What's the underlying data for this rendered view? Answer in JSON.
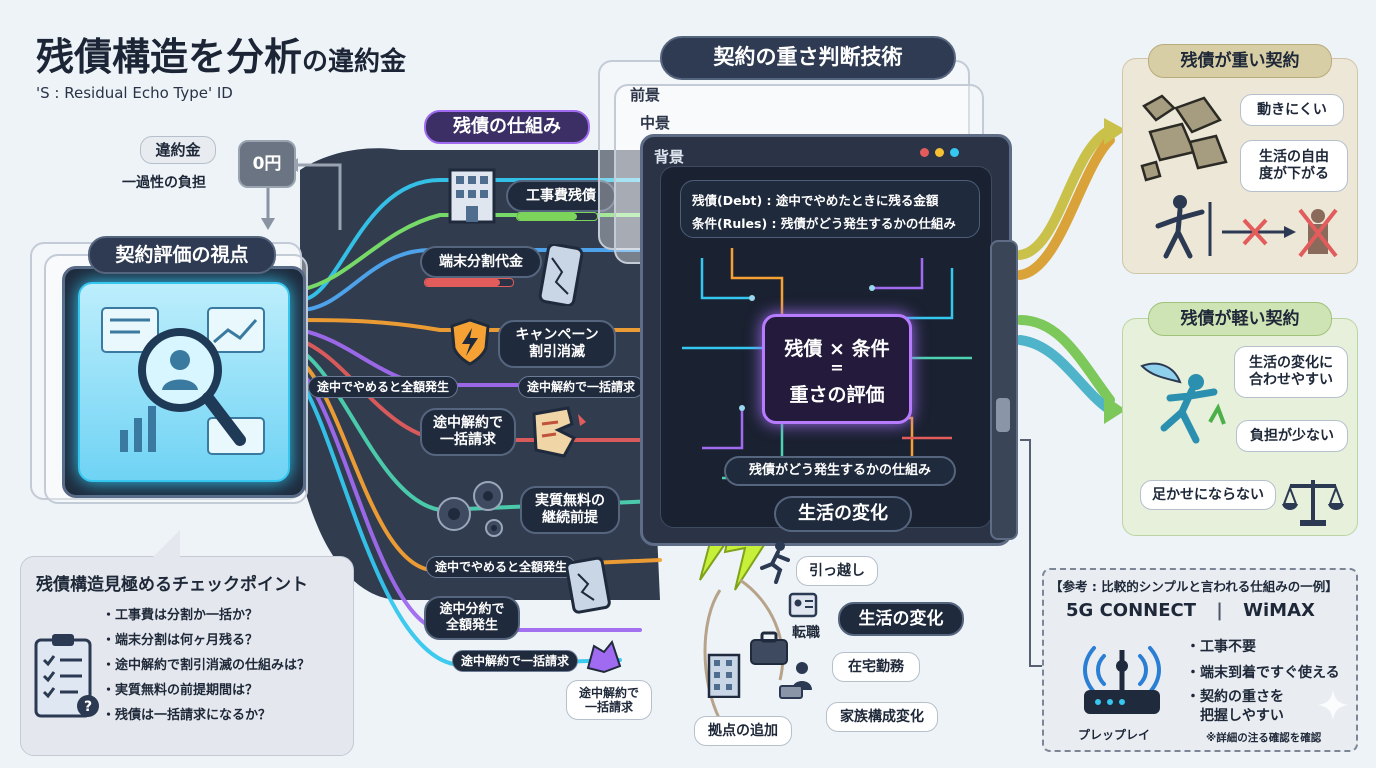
{
  "header": {
    "title_main": "残債構造を分析",
    "title_suffix": "の違約金",
    "subtitle": "'S : Residual Echo Type' ID"
  },
  "penalty": {
    "title": "違約金",
    "desc": "一過性の負担",
    "value": "0円"
  },
  "viewpoint": {
    "title": "契約評価の視点"
  },
  "mechanism": {
    "title": "残債の仕組み",
    "items": {
      "construction": "工事費残債",
      "device": "端末分割代金",
      "campaign": "キャンペーン\n割引消滅",
      "midway_bulk": "途中解約で\n一括請求",
      "free": "実質無料の\n継続前提",
      "midway_total": "途中分約で\n全額発生",
      "midway_bulk2": "途中解約で\n一括請求"
    },
    "flow_labels": {
      "quit_total": "途中でやめると全額発生",
      "cancel_bulk": "途中解約で一括請求",
      "quit_total2": "途中でやめると全額発生",
      "cancel_bulk2": "途中解約で一括請求"
    }
  },
  "judgment": {
    "title": "契約の重さ判断技術",
    "layers": [
      "前景",
      "中景",
      "背景"
    ],
    "def_debt": "残債(Debt) : 途中でやめたときに残る金額",
    "def_rules": "条件(Rules) : 残債がどう発生するかの仕組み",
    "formula_top": "残債 × 条件",
    "formula_eq": "=",
    "formula_bottom": "重さの評価",
    "bottom_label": "残債がどう発生するかの仕組み"
  },
  "life_change": {
    "title": "生活の変化",
    "title2": "生活の変化",
    "items": {
      "move": "引っ越し",
      "job": "転職",
      "remote": "在宅勤務",
      "family": "家族構成変化",
      "base": "拠点の追加"
    }
  },
  "heavy": {
    "title": "残債が重い契約",
    "points": [
      "動きにくい",
      "生活の自由\n度が下がる"
    ]
  },
  "light": {
    "title": "残債が軽い契約",
    "points": [
      "生活の変化に\n合わせやすい",
      "負担が少ない",
      "足かせにならない"
    ]
  },
  "checklist": {
    "title": "残債構造見極めるチェックポイント",
    "items": [
      "・工事費は分割か一括か？",
      "・端末分割は何ヶ月残る？",
      "・途中解約で割引消滅の仕組みは？",
      "・実質無料の前提期間は？",
      "・残債は一括請求になるか？"
    ]
  },
  "reference": {
    "title": "【参考 : 比較的シンプルと言われる仕組みの一例】",
    "brand_left": "5G CONNECT",
    "brand_sep": "|",
    "brand_right": "WiMAX",
    "features": [
      "・工事不要",
      "・端末到着ですぐ使える",
      "・契約の重さを\n　把握しやすい"
    ],
    "device_label": "プレップレイ",
    "note": "※詳細の注る確認を確認"
  },
  "colors": {
    "dark_panel": "#1f2a3c",
    "accent_cyan": "#35c7ef",
    "accent_purple": "#a06bf0",
    "accent_orange": "#f5a133",
    "accent_lime": "#c6f03a",
    "heavy_bg": "#ece7d6",
    "light_bg": "#e6f0da"
  }
}
